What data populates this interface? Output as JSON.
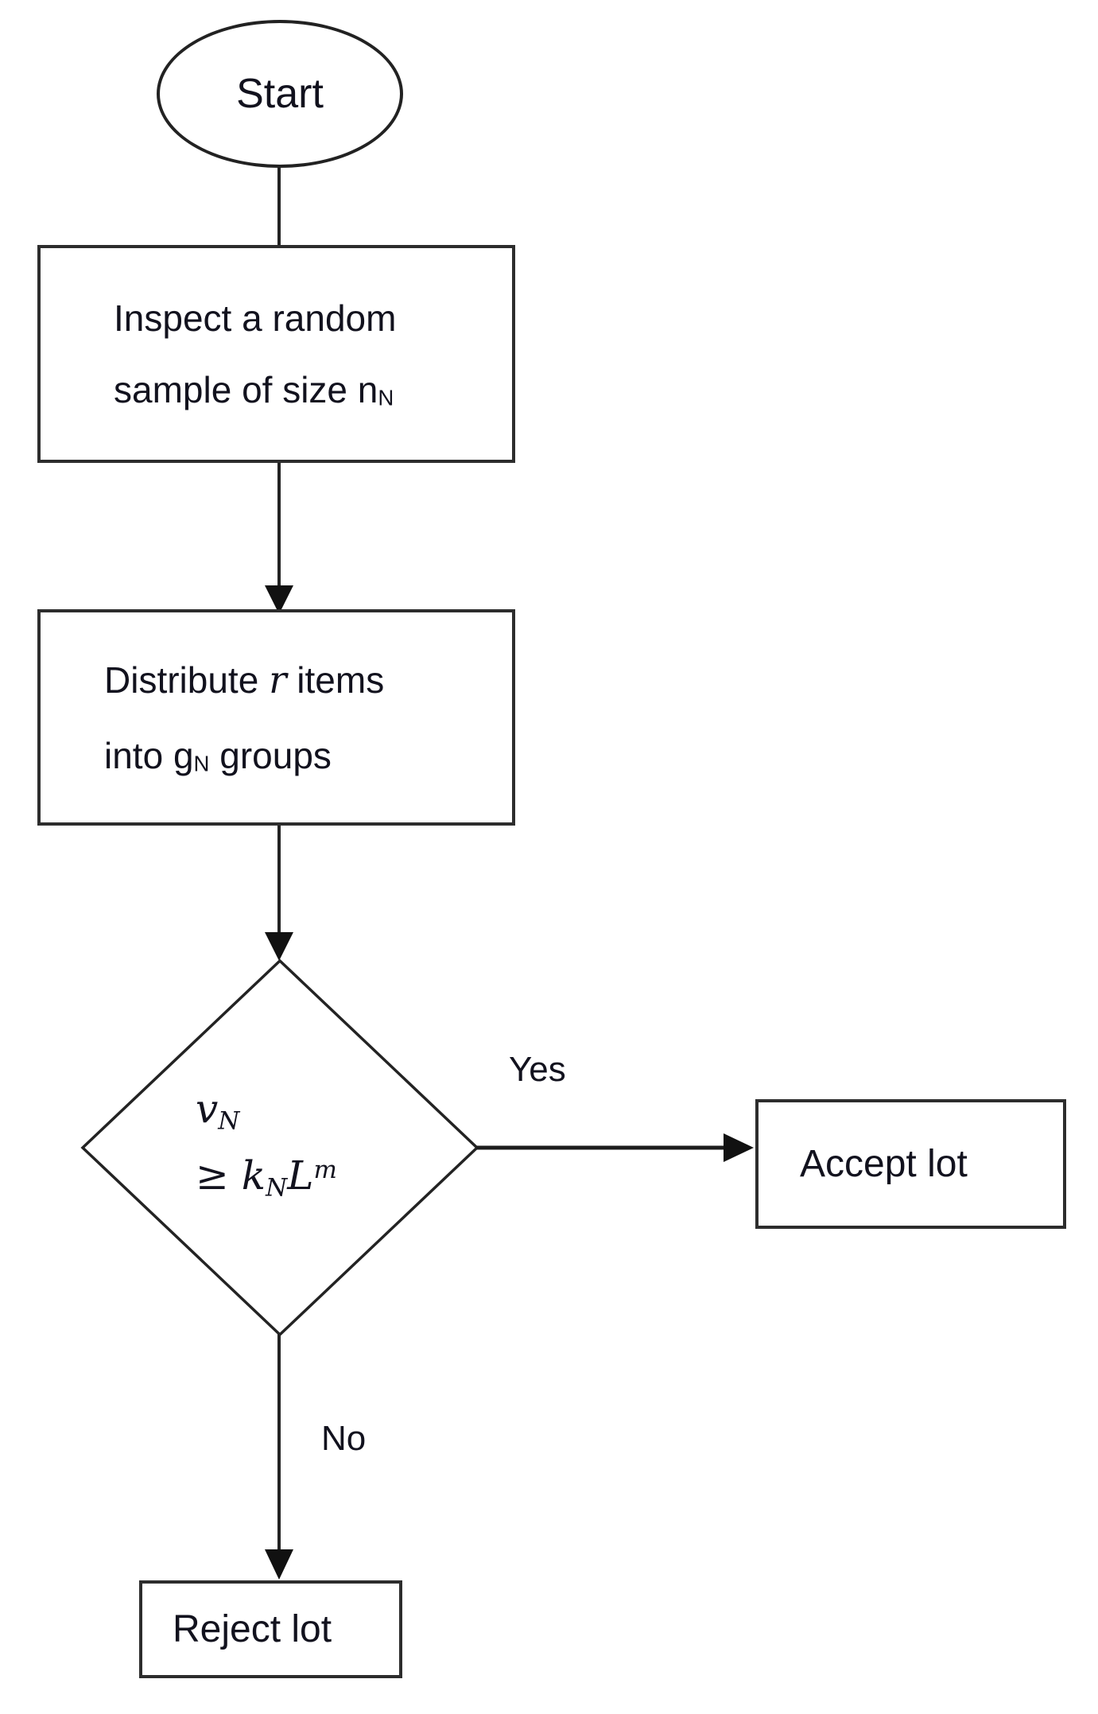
{
  "colors": {
    "background": "#ffffff",
    "ink": "#12121e",
    "stroke": "#2d2d2d"
  },
  "flowchart": {
    "start": {
      "label": "Start"
    },
    "inspect": {
      "line1": "Inspect a random",
      "line2_text": "sample of size n",
      "line2_sub": "N"
    },
    "distribute": {
      "line1_pre": "Distribute ",
      "line1_var": "r",
      "line1_post": " items",
      "line2_pre": "into g",
      "line2_sub": "N",
      "line2_post": " groups"
    },
    "decision": {
      "var1": "v",
      "var1_sub": "N",
      "op": "≥ ",
      "var2": "k",
      "var2_sub": "N",
      "var3": "L",
      "var3_sup": "m"
    },
    "accept": {
      "label": "Accept lot"
    },
    "reject": {
      "label": "Reject lot"
    },
    "edges": {
      "yes": "Yes",
      "no": "No"
    }
  }
}
